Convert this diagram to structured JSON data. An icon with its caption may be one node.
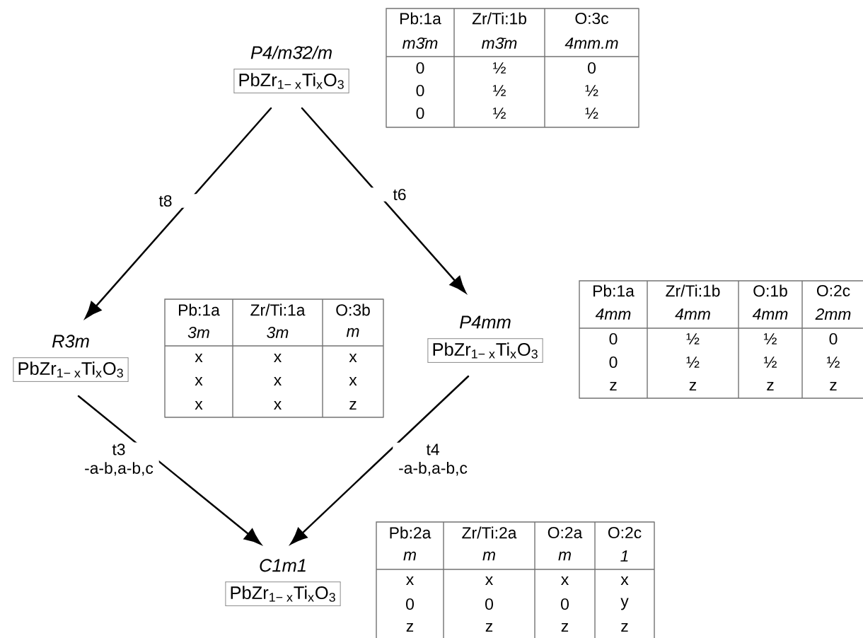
{
  "diagram": {
    "nodes": [
      {
        "text": [
          "P4/m3̄2/m",
          "PbZr$_{1− x}$Ti$_{x}$O$_{3}$"
        ]
      },
      {
        "text": [
          "R3m",
          "PbZr$_{1− x}$Ti$_{x}$O$_{3}$"
        ]
      },
      {
        "text": [
          "P4mm",
          "PbZr$_{1− x}$Ti$_{x}$O$_{3}$"
        ]
      },
      {
        "text": [
          "C1m1",
          "PbZr$_{1− x}$Ti$_{x}$O$_{3}$"
        ]
      }
    ],
    "edges": [
      {
        "from": 0,
        "to": 1,
        "arrow": "to",
        "label": "t8"
      },
      {
        "from": 0,
        "to": 2,
        "arrow": "to",
        "label": "t6"
      },
      {
        "from": 1,
        "to": 3,
        "arrow": "to",
        "label": "t3 -a-b,a-b,c"
      },
      {
        "from": 2,
        "to": 3,
        "arrow": "to",
        "label": "t4 -a-b,a-b,c"
      }
    ],
    "labels": [
      "Pb:1a",
      "Zr/Ti:1b",
      "O:3c",
      "m3̄m",
      "m3̄m",
      "4mm.m",
      "0",
      "½",
      "0",
      "0",
      "½",
      "½",
      "0",
      "½",
      "½",
      "Pb:1a",
      "Zr/Ti:1a",
      "O:3b",
      "3m",
      "3m",
      "m",
      "x",
      "x",
      "x",
      "x",
      "x",
      "x",
      "x",
      "x",
      "z",
      "Pb:1a",
      "Zr/Ti:1b",
      "O:1b",
      "O:2c",
      "4mm",
      "4mm",
      "4mm",
      "2mm",
      "0",
      "½",
      "½",
      "0",
      "0",
      "½",
      "½",
      "½",
      "z",
      "z",
      "z",
      "z",
      "Pb:2a",
      "Zr/Ti:2a",
      "O:2a",
      "O:2c",
      "m",
      "m",
      "m",
      "1",
      "x",
      "x",
      "x",
      "x",
      "0",
      "0",
      "0",
      "y",
      "z",
      "z",
      "z",
      "z"
    ]
  }
}
